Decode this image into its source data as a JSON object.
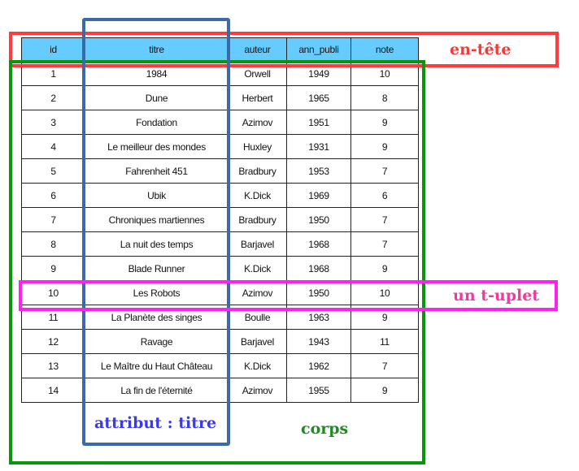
{
  "table": {
    "columns": [
      "id",
      "titre",
      "auteur",
      "ann_publi",
      "note"
    ],
    "rows": [
      [
        "1",
        "1984",
        "Orwell",
        "1949",
        "10"
      ],
      [
        "2",
        "Dune",
        "Herbert",
        "1965",
        "8"
      ],
      [
        "3",
        "Fondation",
        "Azimov",
        "1951",
        "9"
      ],
      [
        "4",
        "Le meilleur des mondes",
        "Huxley",
        "1931",
        "9"
      ],
      [
        "5",
        "Fahrenheit 451",
        "Bradbury",
        "1953",
        "7"
      ],
      [
        "6",
        "Ubik",
        "K.Dick",
        "1969",
        "6"
      ],
      [
        "7",
        "Chroniques martiennes",
        "Bradbury",
        "1950",
        "7"
      ],
      [
        "8",
        "La nuit des temps",
        "Barjavel",
        "1968",
        "7"
      ],
      [
        "9",
        "Blade Runner",
        "K.Dick",
        "1968",
        "9"
      ],
      [
        "10",
        "Les Robots",
        "Azimov",
        "1950",
        "10"
      ],
      [
        "11",
        "La Planète des singes",
        "Boulle",
        "1963",
        "9"
      ],
      [
        "12",
        "Ravage",
        "Barjavel",
        "1943",
        "11"
      ],
      [
        "13",
        "Le Maître du Haut Château",
        "K.Dick",
        "1962",
        "7"
      ],
      [
        "14",
        "La fin de l'éternité",
        "Azimov",
        "1955",
        "9"
      ]
    ],
    "header_color": "#66ccff"
  },
  "annotations": {
    "entete": {
      "label": "en-tête",
      "color": "#ff3b3b"
    },
    "tuple": {
      "label": "un t-uplet",
      "color": "#ff22ee",
      "row_id": "10"
    },
    "attribut": {
      "label": "attribut : titre",
      "color": "#3a6aa8"
    },
    "corps": {
      "label": "corps",
      "color": "#0a960a"
    }
  }
}
